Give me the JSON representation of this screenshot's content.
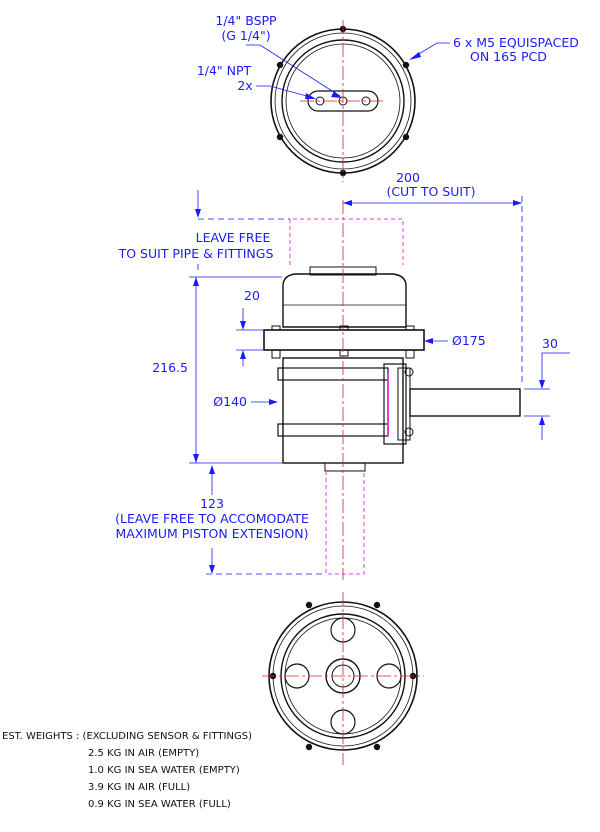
{
  "top_view": {
    "bspp_label_1": "1/4\" BSPP",
    "bspp_label_2": "(G 1/4\")",
    "npt_label_1": "1/4\" NPT",
    "npt_label_2": "2x",
    "bolts_label_1": "6 x M5 EQUISPACED",
    "bolts_label_2": "ON 165 PCD"
  },
  "side_view": {
    "length_value": "200",
    "length_note": "(CUT TO SUIT)",
    "leave_free_1": "LEAVE FREE",
    "leave_free_2": "TO SUIT PIPE & FITTINGS",
    "flange_thickness": "20",
    "flange_diameter": "Ø175",
    "overall_height": "216.5",
    "body_diameter": "Ø140",
    "pipe_dim": "30",
    "extension_value": "123",
    "extension_note_1": "(LEAVE FREE TO ACCOMODATE",
    "extension_note_2": "MAXIMUM PISTON EXTENSION)"
  },
  "weights": {
    "header": "EST. WEIGHTS : (EXCLUDING SENSOR & FITTINGS)",
    "lines": [
      "2.5 KG IN AIR (EMPTY)",
      "1.0 KG IN SEA WATER (EMPTY)",
      "3.9 KG IN AIR (FULL)",
      "0.9 KG IN SEA WATER (FULL)"
    ]
  },
  "colors": {
    "dimension": "#1a1aff",
    "centerline": "#e02020",
    "hidden_envelope": "#e040e0",
    "part_outline": "#111111"
  }
}
